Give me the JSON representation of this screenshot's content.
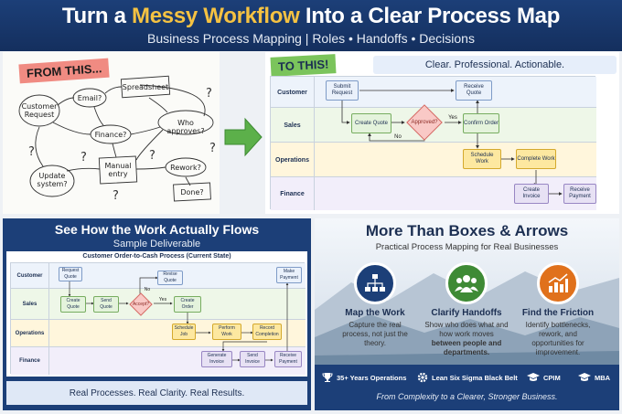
{
  "header": {
    "title_pre": "Turn a ",
    "title_highlight": "Messy Workflow",
    "title_post": " Into a Clear Process Map",
    "subtitle": "Business Process Mapping  |  Roles • Handoffs • Decisions"
  },
  "top_left": {
    "tag": "FROM THIS...",
    "items": [
      "Customer Request",
      "Email?",
      "Spreadsheet",
      "Finance?",
      "Who approves?",
      "Update system?",
      "Manual entry",
      "Rework?",
      "Done?"
    ]
  },
  "top_right": {
    "tag": "TO THIS!",
    "banner": "Clear. Professional. Actionable.",
    "lanes": [
      "Customer",
      "Sales",
      "Operations",
      "Finance"
    ],
    "nodes": {
      "submit_request": "Submit Request",
      "receive_quote": "Receive Quote",
      "create_quote": "Create Quote",
      "approved": "Approved?",
      "yes": "Yes",
      "no": "No",
      "confirm_order": "Confirm Order",
      "schedule_work": "Schedule Work",
      "complete_work": "Complete Work",
      "create_invoice": "Create Invoice",
      "receive_payment": "Receive Payment"
    }
  },
  "bottom_left": {
    "title": "See How the Work Actually Flows",
    "subtitle": "Sample Deliverable",
    "diagram_title": "Customer Order-to-Cash Process (Current State)",
    "lanes": [
      "Customer",
      "Sales",
      "Operations",
      "Finance"
    ],
    "nodes": {
      "request_quote": "Request Quote",
      "revise_quote": "Revise Quote",
      "make_payment": "Make Payment",
      "create_quote": "Create Quote",
      "send_quote": "Send Quote",
      "accept": "Accept?",
      "yes": "Yes",
      "no": "No",
      "create_order": "Create Order",
      "schedule_job": "Schedule Job",
      "perform_work": "Perform Work",
      "record_completion": "Record Completion",
      "generate_invoice": "Generate Invoice",
      "send_invoice": "Send Invoice",
      "receive_payment": "Receive Payment"
    },
    "footer": "Real Processes. Real Clarity. Real Results."
  },
  "bottom_right": {
    "title": "More Than Boxes & Arrows",
    "subtitle": "Practical Process Mapping for Real Businesses",
    "features": [
      {
        "title": "Map the Work",
        "desc": "Capture the real process, not just the theory.",
        "icon": "org-chart-icon",
        "color": "#1c3f78"
      },
      {
        "title": "Clarify Handoffs",
        "desc_pre": "Show who does what and how work moves ",
        "desc_bold": "between people and departments.",
        "icon": "people-icon",
        "color": "#3e8a35"
      },
      {
        "title": "Find the Friction",
        "desc": "Identify bottlenecks, rework, and opportunities for improvement.",
        "icon": "chart-up-icon",
        "color": "#e0711c"
      }
    ],
    "badges": [
      "35+ Years Operations",
      "Lean Six Sigma Black Belt",
      "CPIM",
      "MBA"
    ],
    "tagline": "From Complexity to a Clearer, Stronger Business."
  }
}
